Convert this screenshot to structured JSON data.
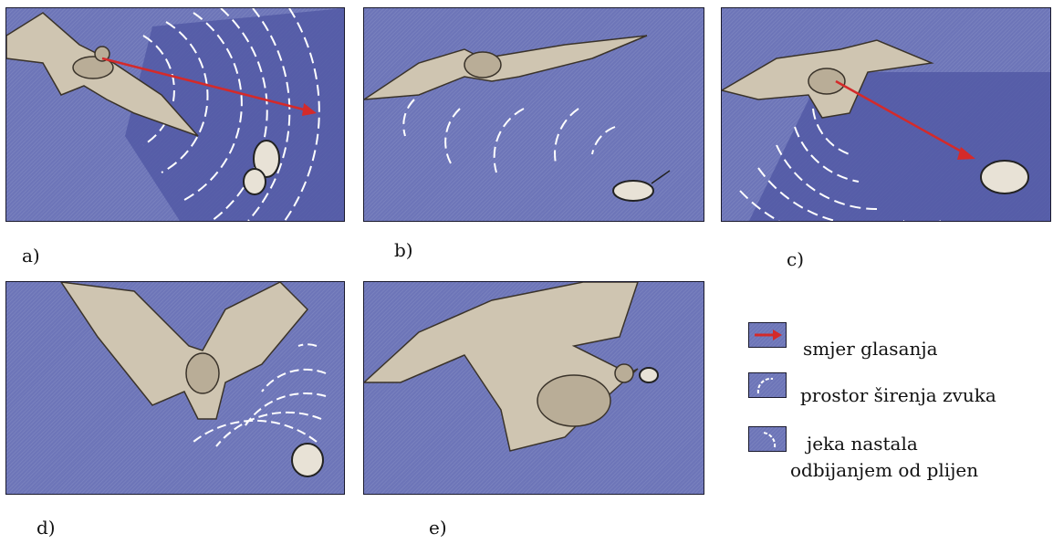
{
  "panels": {
    "a": {
      "label": "a)"
    },
    "b": {
      "label": "b)"
    },
    "c": {
      "label": "c)"
    },
    "d": {
      "label": "d)"
    },
    "e": {
      "label": "e)"
    }
  },
  "legend": {
    "items": [
      {
        "icon": "red-arrow-swatch",
        "text": "smjer glasanja"
      },
      {
        "icon": "sound-spread-swatch",
        "text": "prostor širenja zvuka"
      },
      {
        "icon": "echo-swatch",
        "text_line1": "jeka nastala",
        "text_line2": "odbijanjem od plijen"
      }
    ]
  },
  "colors": {
    "panel_background": "#6d75b8",
    "sound_area": "#5058a4",
    "wave": "#ffffff",
    "arrow": "#d42a2a",
    "bat_body": "#b9ad97",
    "bat_wing": "#cfc5b1",
    "moth": "#e8e2d6"
  }
}
